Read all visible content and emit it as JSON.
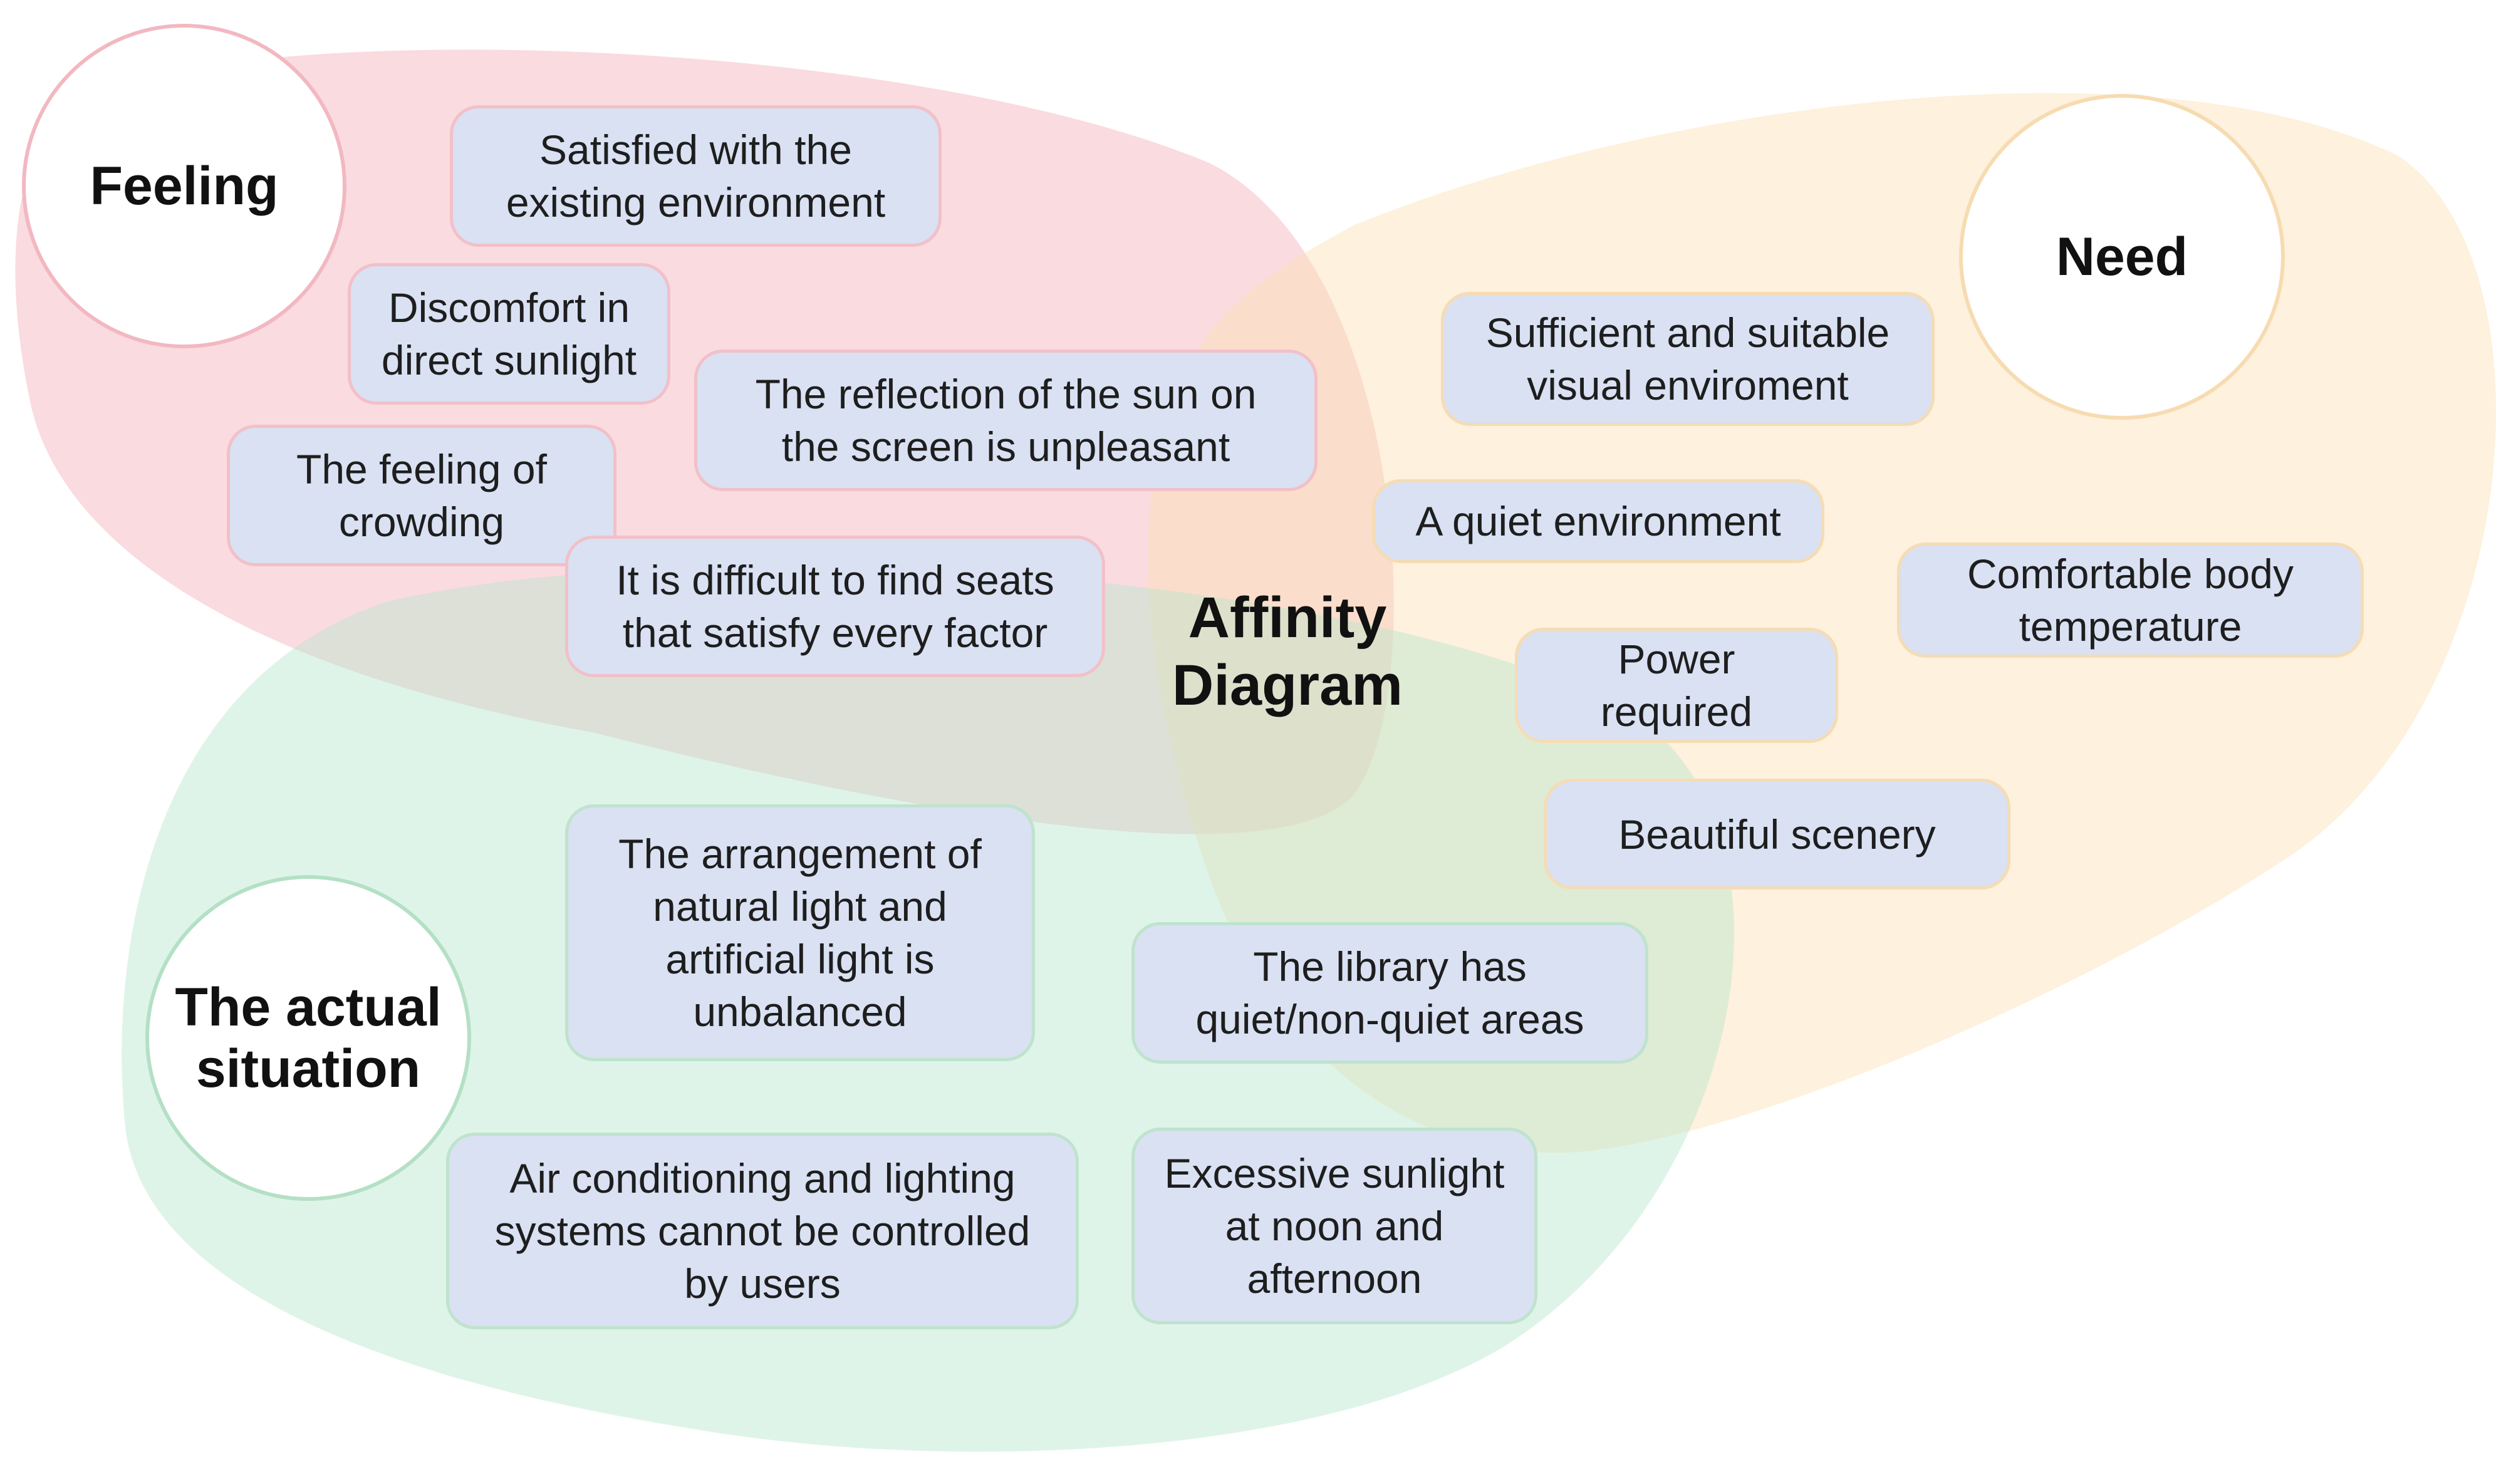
{
  "title": "Affinity\nDiagram",
  "colors": {
    "feeling_fill": "#f6b8c2",
    "need_fill": "#fde0b4",
    "actual_fill": "#b9e6cb",
    "note_fill": "#d9e1f3",
    "feeling_stroke": "#f2b8c1",
    "need_stroke": "#f7dbb1",
    "actual_stroke": "#b4e0c5"
  },
  "groups": {
    "feeling": {
      "label": "Feeling",
      "notes": [
        "Satisfied with the\nexisting environment",
        "Discomfort in\ndirect sunlight",
        "The reflection of the sun on\nthe screen is unpleasant",
        "The feeling of\ncrowding",
        "It is difficult to find seats\nthat satisfy every factor"
      ]
    },
    "need": {
      "label": "Need",
      "notes": [
        "Sufficient and suitable\nvisual enviroment",
        "A quiet environment",
        "Comfortable body\ntemperature",
        "Power\nrequired",
        "Beautiful scenery"
      ]
    },
    "actual": {
      "label": "The actual\nsituation",
      "notes": [
        "The arrangement of\nnatural light and\nartificial light is\nunbalanced",
        "The library has\nquiet/non-quiet areas",
        "Air conditioning and lighting\nsystems cannot be controlled\nby users",
        "Excessive sunlight\nat noon and\nafternoon"
      ]
    }
  }
}
